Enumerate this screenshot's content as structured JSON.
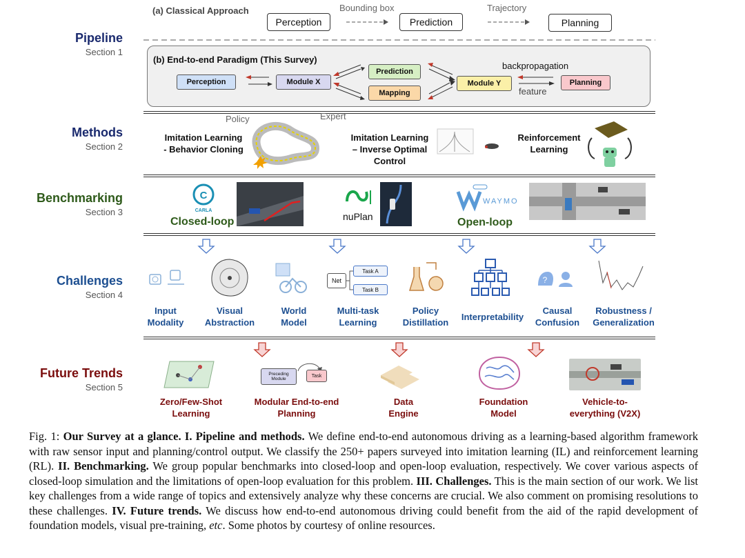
{
  "sections": {
    "pipeline": {
      "title": "Pipeline",
      "sub": "Section 1",
      "color": "#1a2a6e"
    },
    "methods": {
      "title": "Methods",
      "sub": "Section 2",
      "color": "#1a2a6e"
    },
    "benchmarking": {
      "title": "Benchmarking",
      "sub": "Section 3",
      "color": "#2e5a1a"
    },
    "challenges": {
      "title": "Challenges",
      "sub": "Section 4",
      "color": "#1d4f91"
    },
    "future": {
      "title": "Future Trends",
      "sub": "Section 5",
      "color": "#7a0d0d"
    }
  },
  "pipeline": {
    "classical_label": "(a) Classical Approach",
    "perception": "Perception",
    "bbox_label": "Bounding box",
    "prediction": "Prediction",
    "trajectory_label": "Trajectory",
    "planning": "Planning",
    "e2e_label": "(b) End-to-end Paradigm (This Survey)",
    "e2e_perception": "Perception",
    "module_x": "Module X",
    "e2e_prediction": "Prediction",
    "mapping": "Mapping",
    "module_y": "Module Y",
    "backprop": "backpropagation",
    "feature": "feature",
    "e2e_planning": "Planning"
  },
  "methods": {
    "il_bc": [
      "Imitation Learning",
      "- Behavior Cloning"
    ],
    "policy": "Policy",
    "expert": "Expert",
    "il_iod": [
      "Imitation Learning",
      "– Inverse Optimal",
      "Control"
    ],
    "rl": [
      "Reinforcement",
      "Learning"
    ]
  },
  "benchmarking": {
    "carla": "CARLA",
    "closed_loop": "Closed-loop",
    "nuplan": "nuPlan",
    "waymo": "WAYMO",
    "open_loop": "Open-loop"
  },
  "challenges": [
    [
      "Input",
      "Modality"
    ],
    [
      "Visual",
      "Abstraction"
    ],
    [
      "World",
      "Model"
    ],
    [
      "Multi-task",
      "Learning"
    ],
    [
      "Policy",
      "Distillation"
    ],
    [
      "Interpretability"
    ],
    [
      "Causal",
      "Confusion"
    ],
    [
      "Robustness /",
      "Generalization"
    ]
  ],
  "multitask_icon": {
    "net": "Net",
    "task_a": "Task A",
    "task_b": "Task B"
  },
  "future": [
    [
      "Zero/Few-Shot",
      "Learning"
    ],
    [
      "Modular End-to-end",
      "Planning"
    ],
    [
      "Data",
      "Engine"
    ],
    [
      "Foundation",
      "Model"
    ],
    [
      "Vehicle-to-",
      "everything (V2X)"
    ]
  ],
  "modular_icon": {
    "preceding": "Preceding Module",
    "task": "Task"
  },
  "caption": {
    "fig": "Fig. 1: ",
    "b1": "Our Survey at a glance. I. Pipeline and methods.",
    "t1": " We define end-to-end autonomous driving as a learning-based algorithm framework with raw sensor input and planning/control output. We classify the 250+ papers surveyed into imitation learning (IL) and reinforcement learning (RL). ",
    "b2": "II. Benchmarking.",
    "t2": " We group popular benchmarks into closed-loop and open-loop evaluation, respectively. We cover various aspects of closed-loop simulation and the limitations of open-loop evaluation for this problem. ",
    "b3": "III. Challenges.",
    "t3": " This is the main section of our work. We list key challenges from a wide range of topics and extensively analyze why these concerns are crucial. We also comment on promising resolutions to these challenges. ",
    "b4": "IV. Future trends.",
    "t4": " We discuss how end-to-end autonomous driving could benefit from the aid of the rapid development of foundation models, visual pre-training, ",
    "i1": "etc",
    "t5": ". Some photos by courtesy of online resources."
  },
  "colors": {
    "perception": "#cfe0f7",
    "module_x": "#d8d8f0",
    "prediction": "#d6efc4",
    "mapping": "#fbd8a8",
    "module_y": "#fbf0a8",
    "planning": "#f9c8cc",
    "blue_arrow": "#9fb8e6",
    "red_arrow": "#f2b8b8"
  }
}
